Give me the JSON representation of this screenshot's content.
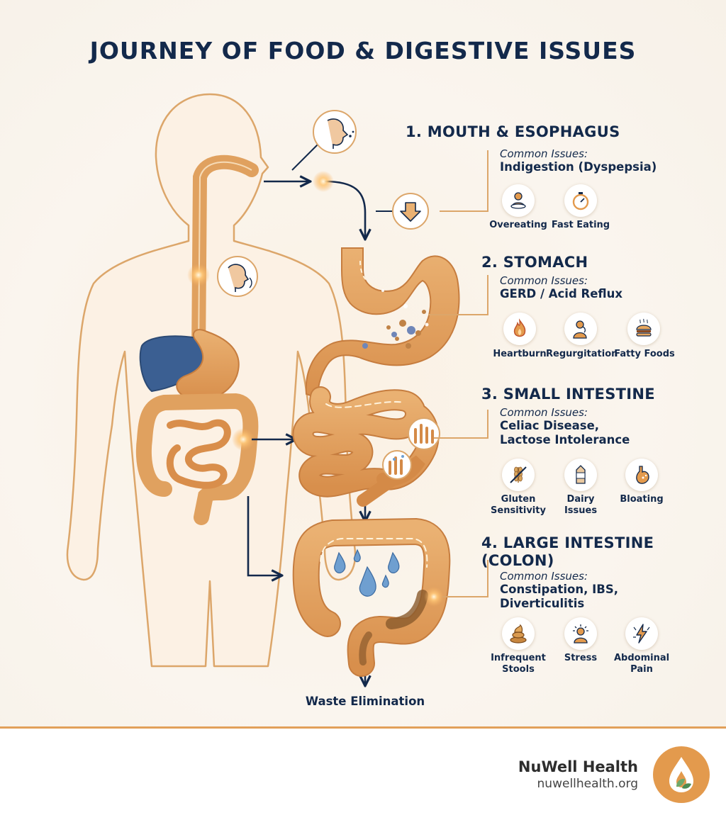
{
  "title": "JOURNEY OF FOOD & DIGESTIVE ISSUES",
  "common_issues_label": "Common Issues:",
  "sections": [
    {
      "heading": "1. MOUTH & ESOPHAGUS",
      "issues": [
        "Indigestion (Dyspepsia)"
      ],
      "causes": [
        {
          "icon": "overeating-icon",
          "label": "Overeating"
        },
        {
          "icon": "stopwatch-icon",
          "label": "Fast Eating"
        }
      ]
    },
    {
      "heading": "2. STOMACH",
      "issues": [
        "GERD / Acid Reflux"
      ],
      "causes": [
        {
          "icon": "flame-icon",
          "label": "Heartburn"
        },
        {
          "icon": "regurgitation-icon",
          "label": "Regurgitation"
        },
        {
          "icon": "burger-icon",
          "label": "Fatty Foods"
        }
      ]
    },
    {
      "heading": "3. SMALL INTESTINE",
      "issues": [
        "Celiac Disease,",
        "Lactose Intolerance"
      ],
      "causes": [
        {
          "icon": "wheat-crossed-icon",
          "label": "Gluten\nSensitivity"
        },
        {
          "icon": "milk-carton-icon",
          "label": "Dairy\nIssues"
        },
        {
          "icon": "bloated-stomach-icon",
          "label": "Bloating"
        }
      ]
    },
    {
      "heading": "4. LARGE INTESTINE\n(COLON)",
      "issues": [
        "Constipation, IBS,",
        "Diverticulitis"
      ],
      "causes": [
        {
          "icon": "stool-icon",
          "label": "Infrequent\nStools"
        },
        {
          "icon": "stress-person-icon",
          "label": "Stress"
        },
        {
          "icon": "lightning-pain-icon",
          "label": "Abdominal\nPain"
        }
      ]
    }
  ],
  "waste_label": "Waste Elimination",
  "brand": {
    "name": "NuWell Health",
    "url": "nuwellhealth.org"
  },
  "colors": {
    "navy": "#13294b",
    "organ_orange": "#e0a15f",
    "accent_orange": "#e39a4d",
    "liver_blue": "#3b5f92",
    "water_blue": "#6f9fd0",
    "outline_tan": "#dca66a"
  }
}
